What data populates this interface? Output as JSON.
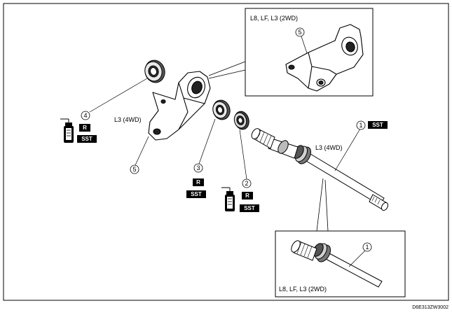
{
  "callouts": {
    "n1": "1",
    "n1b": "1",
    "n2": "2",
    "n3": "3",
    "n4": "4",
    "n5": "5",
    "n5b": "5"
  },
  "labels": {
    "l3_4wd_mount": "L3 (4WD)",
    "l3_4wd_shaft": "L3 (4WD)",
    "inset_top_caption": "L8, LF, L3 (2WD)",
    "inset_bottom_caption": "L8, LF, L3 (2WD)",
    "figure_code": "D6E313ZW3002"
  },
  "tags": {
    "sst": "SST",
    "r": "R"
  }
}
